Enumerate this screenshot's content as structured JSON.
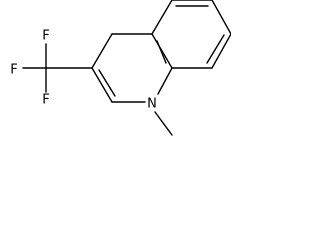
{
  "molecule": {
    "atoms": {
      "fluorine_top": "F",
      "fluorine_left": "F",
      "fluorine_bottom": "F",
      "nitrogen": "N"
    }
  },
  "colors": {
    "bond": "#000000",
    "label": "#000000",
    "background": "#ffffff"
  }
}
